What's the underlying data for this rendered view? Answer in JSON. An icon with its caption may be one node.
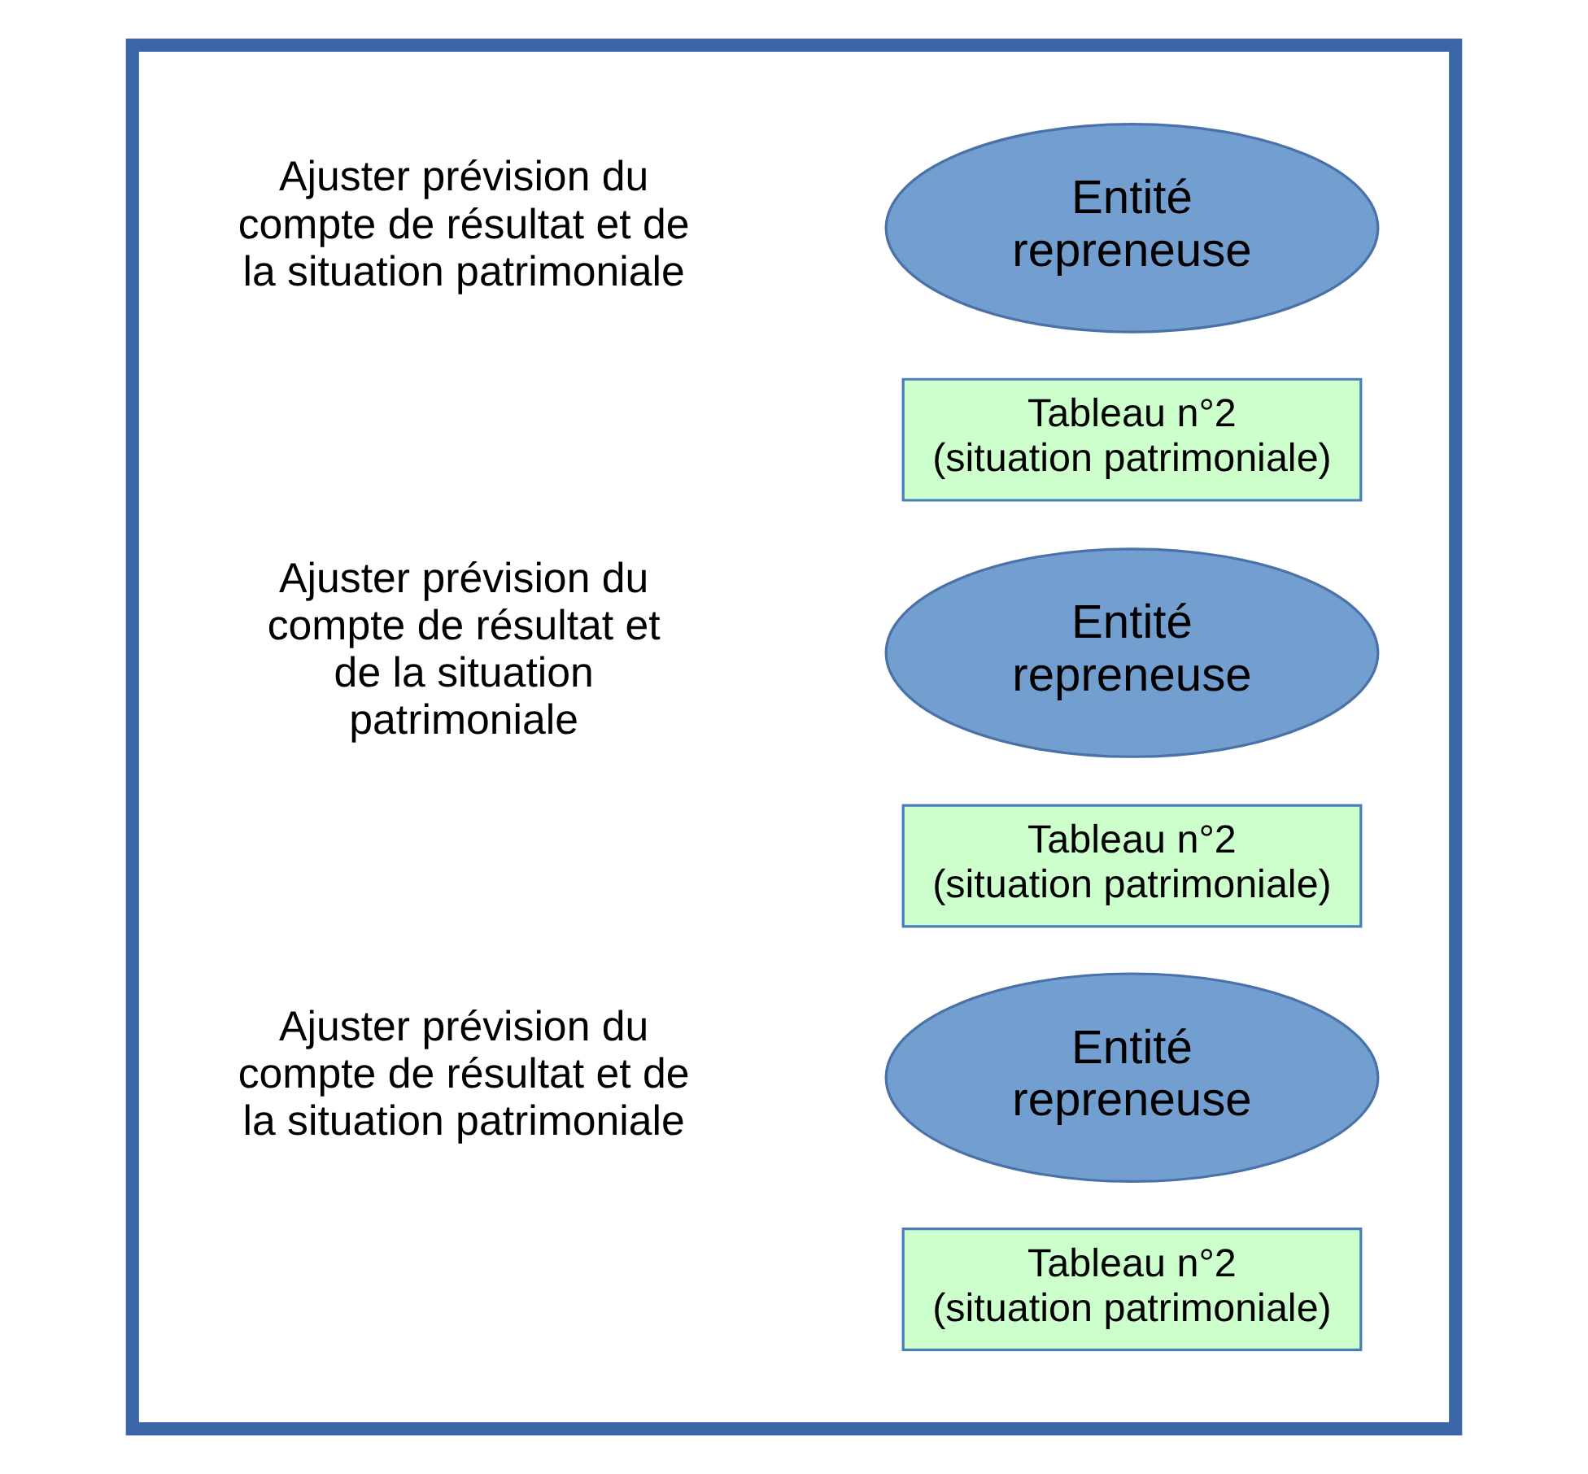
{
  "diagram": {
    "nodes": [
      {
        "text": [],
        "shape": "box"
      },
      {
        "text": [
          "Entité repreneuse"
        ],
        "in": 0
      },
      {
        "text": [
          "Tableau n°2 (situation patrimoniale)"
        ],
        "in": 0
      },
      {
        "text": [
          "Entité repreneuse"
        ],
        "in": 0
      },
      {
        "text": [
          "Tableau n°2 (situation patrimoniale)"
        ],
        "in": 0
      },
      {
        "text": [
          "Entité repreneuse"
        ],
        "in": 0
      },
      {
        "text": [
          "Tableau n°2 (situation patrimoniale)"
        ],
        "in": 0
      }
    ],
    "edges": [],
    "labels": [
      "Ajuster prévision du compte de résultat et de la situation patrimoniale",
      "Ajuster prévision du compte de résultat et de la situation patrimoniale",
      "Ajuster prévision du compte de résultat et de la situation patrimoniale"
    ]
  }
}
